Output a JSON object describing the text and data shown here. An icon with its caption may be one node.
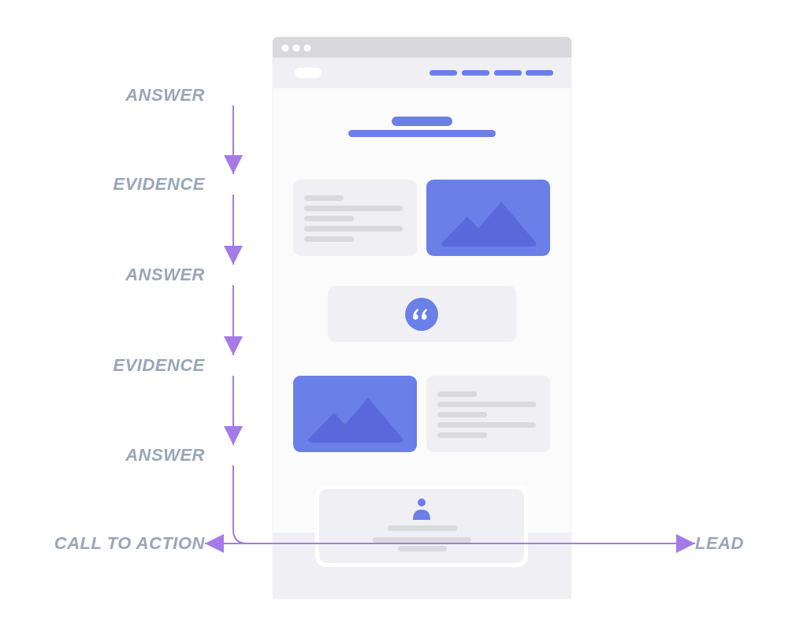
{
  "diagram": {
    "nodes": [
      {
        "text": [
          "ANSWER"
        ]
      },
      {
        "text": [
          "EVIDENCE"
        ]
      },
      {
        "text": [
          "ANSWER"
        ]
      },
      {
        "text": [
          "EVIDENCE"
        ]
      },
      {
        "text": [
          "ANSWER"
        ]
      },
      {
        "text": [
          "CALL TO ACTION"
        ]
      },
      {
        "text": [
          "LEAD"
        ]
      }
    ],
    "edges": [
      {
        "from": 0,
        "to": 1,
        "arrow": "to"
      },
      {
        "from": 1,
        "to": 2,
        "arrow": "to"
      },
      {
        "from": 2,
        "to": 3,
        "arrow": "to"
      },
      {
        "from": 3,
        "to": 4,
        "arrow": "to"
      },
      {
        "from": 4,
        "to": 5,
        "arrow": "to"
      },
      {
        "from": 5,
        "to": 6,
        "arrow": "to"
      }
    ]
  }
}
